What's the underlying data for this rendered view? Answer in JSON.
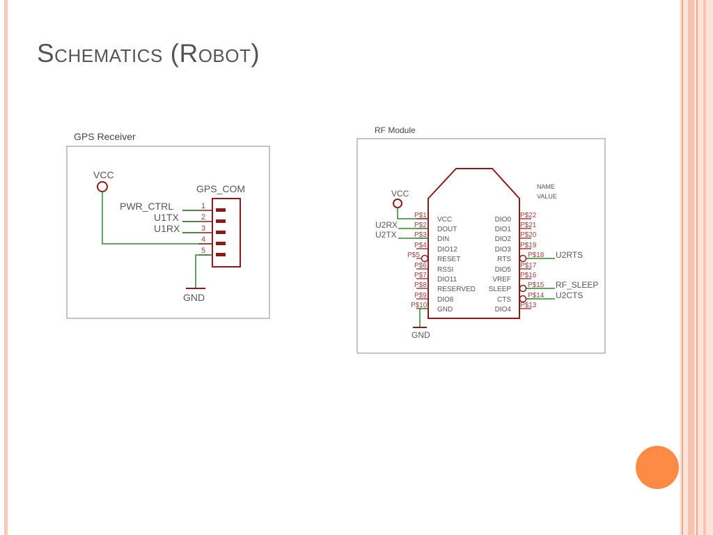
{
  "slide": {
    "title": "Schematics (Robot)",
    "colors": {
      "accent": "#fd8a45",
      "wire": "#2a8a2a",
      "part": "#8b1a1a",
      "pinlabel": "#a04040"
    }
  },
  "gps": {
    "frame_label": "GPS Receiver",
    "vcc": "VCC",
    "gnd": "GND",
    "connector_name": "GPS_COM",
    "nets": [
      "PWR_CTRL",
      "U1TX",
      "U1RX"
    ],
    "pins": [
      "1",
      "2",
      "3",
      "4",
      "5"
    ]
  },
  "rf": {
    "frame_label": "RF Module",
    "vcc": "VCC",
    "gnd": "GND",
    "name_placeholder": "NAME",
    "value_placeholder": "VALUE",
    "left_pins": [
      "P$1",
      "P$2",
      "P$3",
      "P$4",
      "P$5",
      "P$6",
      "P$7",
      "P$8",
      "P$9",
      "P$10"
    ],
    "left_funcs": [
      "VCC",
      "DOUT",
      "DIN",
      "DIO12",
      "RESET",
      "RSSI",
      "DIO11",
      "RESERVED",
      "DIO8",
      "GND"
    ],
    "left_nets": [
      "U2RX",
      "U2TX"
    ],
    "right_pins": [
      "P$22",
      "P$21",
      "P$20",
      "P$19",
      "P$18",
      "P$17",
      "P$16",
      "P$15",
      "P$14",
      "P$13"
    ],
    "right_funcs": [
      "DIO0",
      "DIO1",
      "DIO2",
      "DIO3",
      "RTS",
      "DIO5",
      "VREF",
      "SLEEP",
      "CTS",
      "DIO4"
    ],
    "right_nets": [
      "U2RTS",
      "RF_SLEEP",
      "U2CTS"
    ]
  }
}
